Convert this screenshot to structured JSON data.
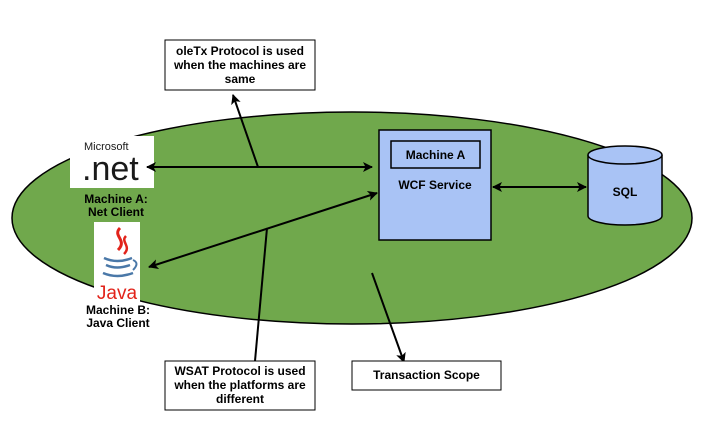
{
  "colors": {
    "scope_fill": "#70a84c",
    "box_fill": "#a9c3f5",
    "line": "#000000",
    "net_logo_text": "#1a1a1a",
    "java_red": "#e2231a",
    "java_blue": "#4a78a8"
  },
  "callouts": {
    "oletx": [
      "oleTx Protocol is used",
      "when the machines are",
      "same"
    ],
    "wsat": [
      "WSAT Protocol is used",
      "when the platforms are",
      "different"
    ],
    "transaction_scope": "Transaction Scope"
  },
  "machine_a_client": {
    "logo_microsoft": "Microsoft",
    "logo_net": ".net",
    "label": [
      "Machine A:",
      "Net Client"
    ]
  },
  "machine_b_client": {
    "logo_java": "Java",
    "label": [
      "Machine B:",
      "Java Client"
    ]
  },
  "server": {
    "machine_label": "Machine A",
    "service_label": "WCF Service"
  },
  "database": {
    "label": "SQL"
  }
}
